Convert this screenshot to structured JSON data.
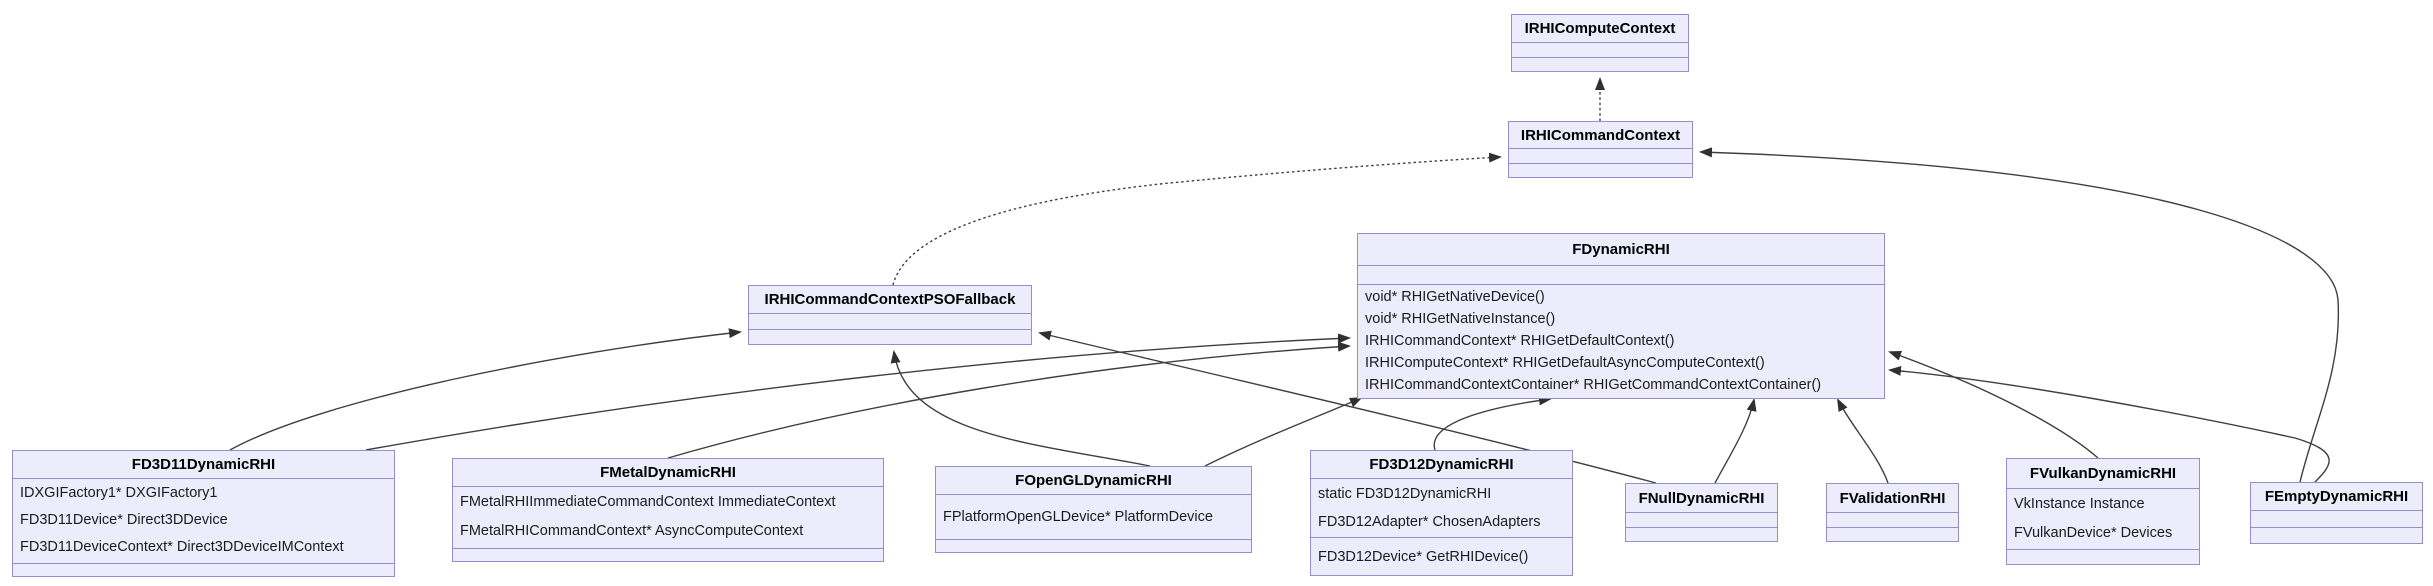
{
  "diagram": {
    "type": "uml-class-inheritance-graph",
    "colors": {
      "node_fill": "#ececfc",
      "node_border": "#968dc9",
      "edge": "#3f3f3f",
      "background": "#ffffff"
    },
    "classes": [
      {
        "name": "IRHIComputeContext",
        "sections": [
          [],
          []
        ]
      },
      {
        "name": "IRHICommandContext",
        "sections": [
          [],
          []
        ]
      },
      {
        "name": "FDynamicRHI",
        "sections": [
          [],
          [
            "void* RHIGetNativeDevice()",
            "void* RHIGetNativeInstance()",
            "IRHICommandContext* RHIGetDefaultContext()",
            "IRHIComputeContext* RHIGetDefaultAsyncComputeContext()",
            "IRHICommandContextContainer* RHIGetCommandContextContainer()"
          ]
        ]
      },
      {
        "name": "IRHICommandContextPSOFallback",
        "sections": [
          [],
          []
        ]
      },
      {
        "name": "FD3D11DynamicRHI",
        "sections": [
          [
            "IDXGIFactory1* DXGIFactory1",
            "FD3D11Device* Direct3DDevice",
            "FD3D11DeviceContext* Direct3DDeviceIMContext"
          ],
          []
        ]
      },
      {
        "name": "FMetalDynamicRHI",
        "sections": [
          [
            "FMetalRHIImmediateCommandContext ImmediateContext",
            "FMetalRHICommandContext* AsyncComputeContext"
          ],
          []
        ]
      },
      {
        "name": "FOpenGLDynamicRHI",
        "sections": [
          [
            "FPlatformOpenGLDevice* PlatformDevice"
          ],
          []
        ]
      },
      {
        "name": "FD3D12DynamicRHI",
        "sections": [
          [
            "static FD3D12DynamicRHI",
            "FD3D12Adapter* ChosenAdapters"
          ],
          [
            "FD3D12Device* GetRHIDevice()"
          ]
        ]
      },
      {
        "name": "FNullDynamicRHI",
        "sections": [
          [],
          []
        ]
      },
      {
        "name": "FValidationRHI",
        "sections": [
          [],
          []
        ]
      },
      {
        "name": "FVulkanDynamicRHI",
        "sections": [
          [
            "VkInstance Instance",
            "FVulkanDevice* Devices"
          ],
          []
        ]
      },
      {
        "name": "FEmptyDynamicRHI",
        "sections": [
          [],
          []
        ]
      }
    ],
    "edges": [
      {
        "from": "IRHICommandContext",
        "to": "IRHIComputeContext",
        "style": "dotted"
      },
      {
        "from": "IRHICommandContextPSOFallback",
        "to": "IRHICommandContext",
        "style": "dotted"
      },
      {
        "from": "FEmptyDynamicRHI",
        "to": "IRHICommandContext",
        "style": "solid"
      },
      {
        "from": "FD3D11DynamicRHI",
        "to": "IRHICommandContextPSOFallback",
        "style": "solid"
      },
      {
        "from": "FOpenGLDynamicRHI",
        "to": "IRHICommandContextPSOFallback",
        "style": "solid"
      },
      {
        "from": "FNullDynamicRHI",
        "to": "IRHICommandContextPSOFallback",
        "style": "solid"
      },
      {
        "from": "FD3D11DynamicRHI",
        "to": "FDynamicRHI",
        "style": "solid"
      },
      {
        "from": "FMetalDynamicRHI",
        "to": "FDynamicRHI",
        "style": "solid"
      },
      {
        "from": "FOpenGLDynamicRHI",
        "to": "FDynamicRHI",
        "style": "solid"
      },
      {
        "from": "FD3D12DynamicRHI",
        "to": "FDynamicRHI",
        "style": "solid"
      },
      {
        "from": "FNullDynamicRHI",
        "to": "FDynamicRHI",
        "style": "solid"
      },
      {
        "from": "FValidationRHI",
        "to": "FDynamicRHI",
        "style": "solid"
      },
      {
        "from": "FVulkanDynamicRHI",
        "to": "FDynamicRHI",
        "style": "solid"
      },
      {
        "from": "FEmptyDynamicRHI",
        "to": "FDynamicRHI",
        "style": "solid"
      }
    ]
  }
}
